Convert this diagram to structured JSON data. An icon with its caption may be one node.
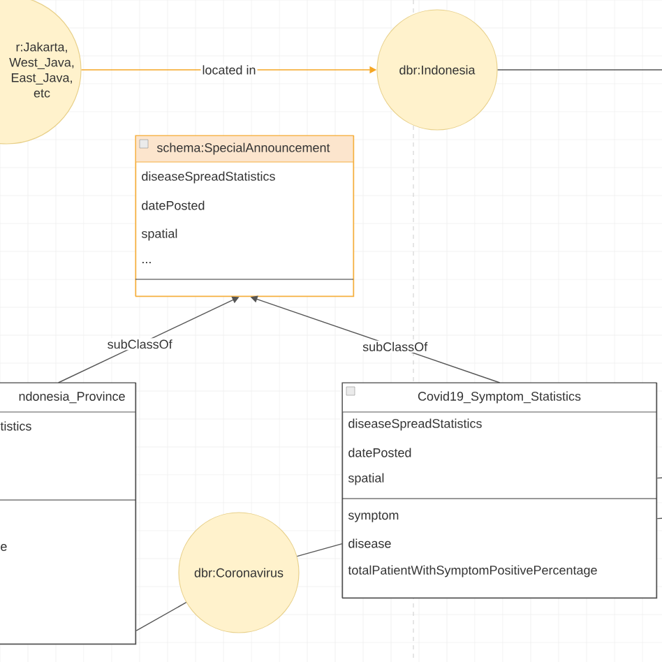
{
  "diagram": {
    "nodes": [
      {
        "text": [
          "r:Jakarta, West_Java, East_Java, etc"
        ]
      },
      {
        "text": [
          "dbr:Indonesia"
        ]
      },
      {
        "text": [
          "schema:SpecialAnnouncement",
          "diseaseSpreadStatistics",
          "datePosted",
          "spatial",
          "..."
        ]
      },
      {
        "text": [
          "ndonesia_Province",
          "tistics",
          "e"
        ]
      },
      {
        "text": [
          "Covid19_Symptom_Statistics",
          "diseaseSpreadStatistics",
          "datePosted",
          "spatial",
          "symptom",
          "disease",
          "totalPatientWithSymptomPositivePercentage"
        ]
      },
      {
        "text": [
          "dbr:Coronavirus"
        ]
      }
    ],
    "edges": [
      {
        "from": 0,
        "to": 1,
        "arrow": "to",
        "label": "located in",
        "color": "#f5a623"
      },
      {
        "from": 1,
        "to": null,
        "arrow": "none"
      },
      {
        "from": 3,
        "to": 2,
        "arrow": "to",
        "label": "subClassOf"
      },
      {
        "from": 4,
        "to": 2,
        "arrow": "to",
        "label": "subClassOf"
      },
      {
        "from": 5,
        "to": 3,
        "arrow": "none"
      },
      {
        "from": 5,
        "to": 4,
        "arrow": "none"
      },
      {
        "from": 4,
        "to": null,
        "arrow": "none"
      },
      {
        "from": 4,
        "to": null,
        "arrow": "none"
      }
    ]
  }
}
